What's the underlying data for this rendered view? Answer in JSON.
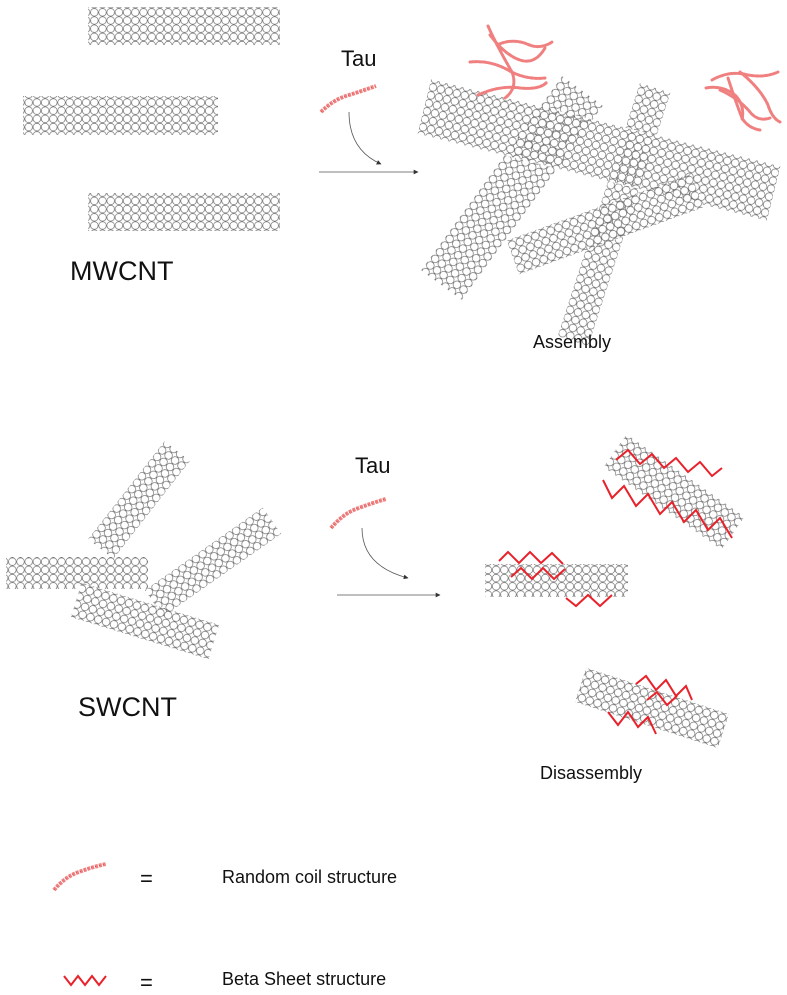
{
  "top_panel": {
    "tau_label": "Tau",
    "nanotube_label": "MWCNT",
    "result_label": "Assembly"
  },
  "bottom_panel": {
    "tau_label": "Tau",
    "nanotube_label": "SWCNT",
    "result_label": "Disassembly"
  },
  "legend": {
    "items": [
      {
        "symbol": "random-coil-icon",
        "equals": "=",
        "label": "Random coil structure"
      },
      {
        "symbol": "beta-sheet-icon",
        "equals": "=",
        "label": "Beta Sheet structure"
      }
    ]
  },
  "colors": {
    "tube_stroke": "#444444",
    "coil": "#f08080",
    "coil_dark": "#e05a5a",
    "beta": "#e8212a",
    "arrow": "#333333"
  }
}
